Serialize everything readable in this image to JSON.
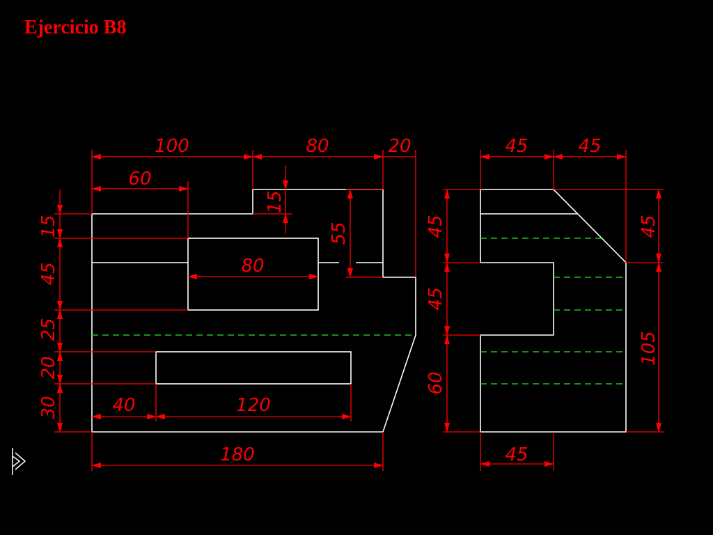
{
  "title": "Ejercicio B8",
  "colors": {
    "background": "#000000",
    "title": "#ff0000",
    "object_lines": "#ffffff",
    "hidden_lines": "#22c022",
    "dimension_lines": "#ff0000"
  },
  "front_view": {
    "dims": {
      "top_left_width": "100",
      "top_mid_width": "80",
      "top_right_width": "20",
      "left_block_width": "60",
      "step_height": "15",
      "slot_height": "55",
      "window_width": "80",
      "left_h1": "15",
      "left_h2": "45",
      "left_h3": "25",
      "left_h4": "20",
      "left_h5": "30",
      "bottom_left": "40",
      "bottom_slot": "120",
      "total_width": "180"
    }
  },
  "side_view": {
    "dims": {
      "top_left": "45",
      "top_right": "45",
      "left_h1": "45",
      "left_h2": "45",
      "left_h3": "60",
      "right_h1": "45",
      "right_h2": "105",
      "bottom": "45"
    }
  },
  "nav": {
    "icon": "next-arrow-icon"
  }
}
